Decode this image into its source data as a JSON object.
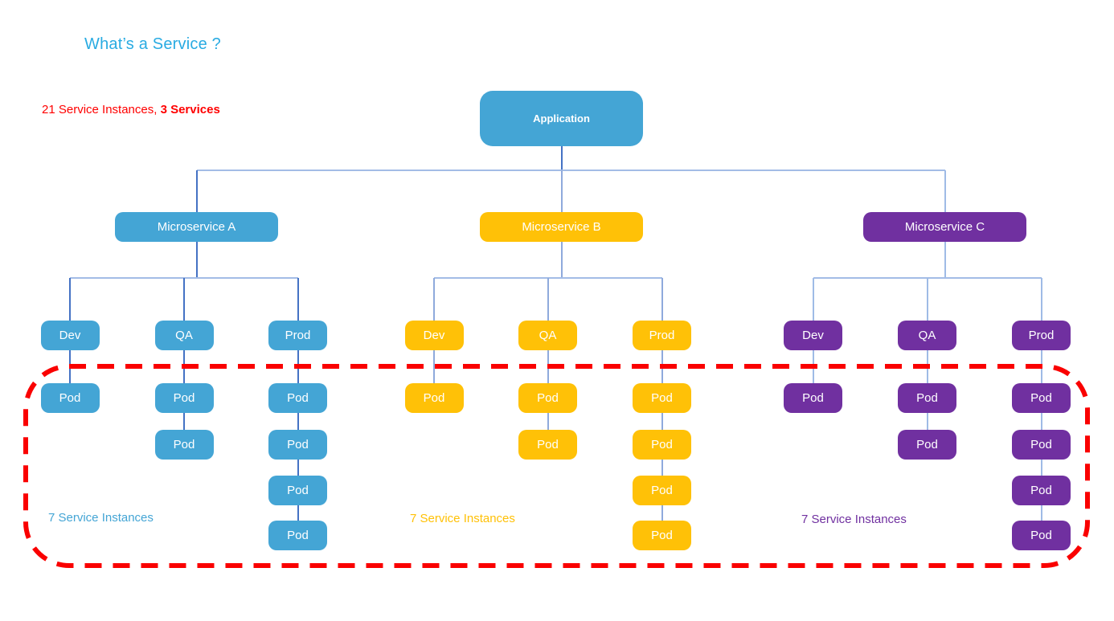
{
  "title": "What’s a Service ?",
  "summary": {
    "prefix": "21 Service Instances, ",
    "bold": "3 Services"
  },
  "root_label": "Application",
  "pod_label": "Pod",
  "palette": {
    "blue": "#44A5D5",
    "yellow": "#FFC107",
    "purple": "#7030A0",
    "boundary_red": "#FA0000",
    "title_blue": "#29ABE2",
    "summary_red": "#FF0000",
    "line_dark": "#4472C4",
    "line_light": "#A3BCE6",
    "conn_a": "#4472C4",
    "conn_b": "#8FAADC",
    "conn_c": "#9FBBE6"
  },
  "microservices": [
    {
      "id": "a",
      "label": "Microservice A",
      "color": "blue",
      "note": "7 Service Instances",
      "environments": [
        {
          "label": "Dev",
          "pods": 1
        },
        {
          "label": "QA",
          "pods": 2
        },
        {
          "label": "Prod",
          "pods": 4
        }
      ]
    },
    {
      "id": "b",
      "label": "Microservice B",
      "color": "yellow",
      "note": "7 Service Instances",
      "environments": [
        {
          "label": "Dev",
          "pods": 1
        },
        {
          "label": "QA",
          "pods": 2
        },
        {
          "label": "Prod",
          "pods": 4
        }
      ]
    },
    {
      "id": "c",
      "label": "Microservice C",
      "color": "purple",
      "note": "7 Service Instances",
      "environments": [
        {
          "label": "Dev",
          "pods": 1
        },
        {
          "label": "QA",
          "pods": 2
        },
        {
          "label": "Prod",
          "pods": 4
        }
      ]
    }
  ]
}
